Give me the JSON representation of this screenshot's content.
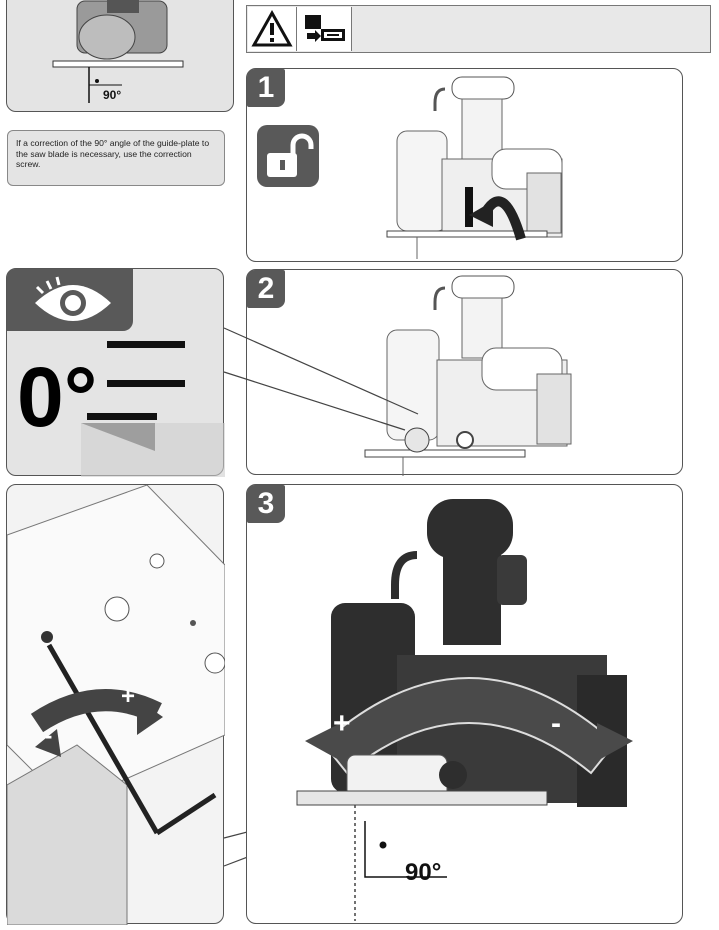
{
  "header": {
    "warning_icon": "warning-triangle-icon",
    "battery_icon": "remove-battery-icon"
  },
  "top_left": {
    "angle_label": "90°"
  },
  "note": {
    "text": "If a correction of the 90° angle of the guide-plate to the saw blade is necessary, use the correction screw."
  },
  "steps": [
    {
      "number": "1",
      "icon": "unlock-padlock-icon"
    },
    {
      "number": "2",
      "icon": "eye-icon",
      "angle_label": "0°"
    },
    {
      "number": "3",
      "plus_label": "+",
      "minus_label": "-",
      "angle_label": "90°"
    }
  ],
  "detail": {
    "plus_label": "+",
    "minus_label": "-"
  },
  "colors": {
    "badge": "#595959",
    "panel_grey": "#e4e4e4",
    "saw_dark": "#2e2e2e"
  }
}
